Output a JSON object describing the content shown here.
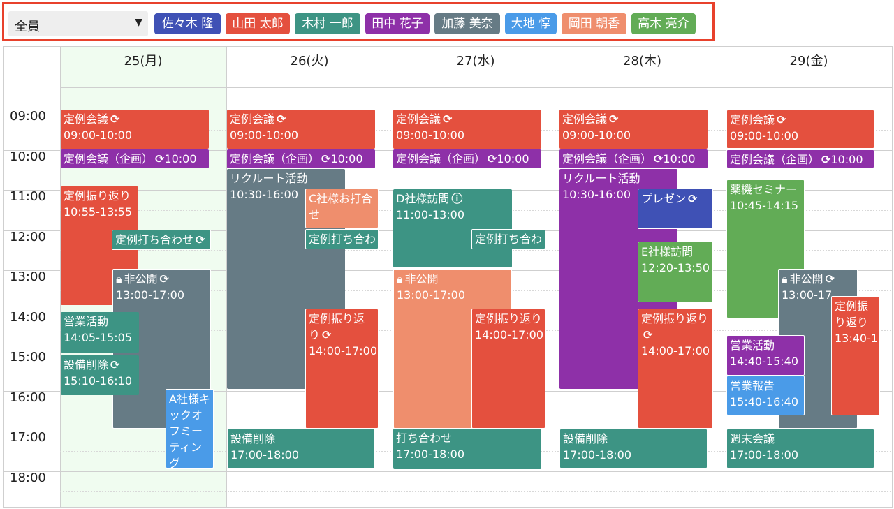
{
  "member_select": {
    "value": "全員"
  },
  "members": [
    {
      "name": "佐々木 隆",
      "color": "#3f51b5"
    },
    {
      "name": "山田 太郎",
      "color": "#e4503e"
    },
    {
      "name": "木村 一郎",
      "color": "#3d9484"
    },
    {
      "name": "田中 花子",
      "color": "#8e30a8"
    },
    {
      "name": "加藤 美奈",
      "color": "#667b85"
    },
    {
      "name": "大地 惇",
      "color": "#4a9be8"
    },
    {
      "name": "岡田 朝香",
      "color": "#ef8e6d"
    },
    {
      "name": "高木 亮介",
      "color": "#62ac56"
    }
  ],
  "days": [
    "25(月)",
    "26(火)",
    "27(水)",
    "28(木)",
    "29(金)"
  ],
  "times": [
    "09:00",
    "10:00",
    "11:00",
    "12:00",
    "13:00",
    "14:00",
    "15:00",
    "16:00",
    "17:00",
    "18:00"
  ],
  "events": [
    {
      "day": 0,
      "title": "定例会議",
      "time": "09:00-10:00",
      "color": "#e4503e",
      "recurring": true
    },
    {
      "day": 0,
      "title": "定例会議（企画）",
      "time": "10:00",
      "color": "#8e30a8",
      "recurring": true,
      "inline": true
    },
    {
      "day": 0,
      "title": "定例振り返り",
      "time": "10:55-13:55",
      "color": "#e4503e"
    },
    {
      "day": 0,
      "title": "定例打ち合わせ",
      "time": "",
      "color": "#3d9484",
      "recurring": true,
      "single": true
    },
    {
      "day": 0,
      "title": "非公開",
      "time": "13:00-17:00",
      "color": "#667b85",
      "recurring": true,
      "locked": true
    },
    {
      "day": 0,
      "title": "営業活動",
      "time": "14:05-15:05",
      "color": "#3d9484"
    },
    {
      "day": 0,
      "title": "設備削除",
      "time": "15:10-16:10",
      "color": "#3d9484",
      "recurring": true
    },
    {
      "day": 0,
      "title": "A社様キックオフミーティング",
      "time": "",
      "color": "#4a9be8"
    },
    {
      "day": 1,
      "title": "定例会議",
      "time": "09:00-10:00",
      "color": "#e4503e",
      "recurring": true
    },
    {
      "day": 1,
      "title": "定例会議（企画）",
      "time": "10:00",
      "color": "#8e30a8",
      "recurring": true,
      "inline": true
    },
    {
      "day": 1,
      "title": "リクルート活動",
      "time": "10:30-16:00",
      "color": "#667b85"
    },
    {
      "day": 1,
      "title": "C社様お打合せ",
      "time": "",
      "color": "#ef8e6d"
    },
    {
      "day": 1,
      "title": "定例打ち合わ",
      "time": "",
      "color": "#3d9484",
      "single": true
    },
    {
      "day": 1,
      "title": "定例振り返り",
      "time": "14:00-17:00",
      "color": "#e4503e",
      "recurring": true
    },
    {
      "day": 1,
      "title": "設備削除",
      "time": "17:00-18:00",
      "color": "#3d9484"
    },
    {
      "day": 2,
      "title": "定例会議",
      "time": "09:00-10:00",
      "color": "#e4503e",
      "recurring": true
    },
    {
      "day": 2,
      "title": "定例会議（企画）",
      "time": "10:00",
      "color": "#8e30a8",
      "recurring": true,
      "inline": true
    },
    {
      "day": 2,
      "title": "D社様訪問",
      "time": "11:00-13:00",
      "color": "#3d9484",
      "alert": true
    },
    {
      "day": 2,
      "title": "定例打ち合わ",
      "time": "",
      "color": "#3d9484",
      "single": true
    },
    {
      "day": 2,
      "title": "非公開",
      "time": "13:00-17:00",
      "color": "#ef8e6d",
      "locked": true
    },
    {
      "day": 2,
      "title": "定例振り返り",
      "time": "14:00-17:00",
      "color": "#e4503e"
    },
    {
      "day": 2,
      "title": "打ち合わせ",
      "time": "17:00-18:00",
      "color": "#3d9484"
    },
    {
      "day": 3,
      "title": "定例会議",
      "time": "09:00-10:00",
      "color": "#e4503e",
      "recurring": true
    },
    {
      "day": 3,
      "title": "定例会議（企画）",
      "time": "10:00",
      "color": "#8e30a8",
      "recurring": true,
      "inline": true
    },
    {
      "day": 3,
      "title": "リクルート活動",
      "time": "10:30-16:00",
      "color": "#8e30a8"
    },
    {
      "day": 3,
      "title": "プレゼン",
      "time": "",
      "color": "#3f51b5",
      "recurring": true
    },
    {
      "day": 3,
      "title": "E社様訪問",
      "time": "12:20-13:50",
      "color": "#62ac56"
    },
    {
      "day": 3,
      "title": "定例振り返り",
      "time": "14:00-17:00",
      "color": "#e4503e",
      "recurring": true
    },
    {
      "day": 3,
      "title": "設備削除",
      "time": "17:00-18:00",
      "color": "#3d9484"
    },
    {
      "day": 4,
      "title": "定例会議",
      "time": "09:00-10:00",
      "color": "#e4503e",
      "recurring": true
    },
    {
      "day": 4,
      "title": "定例会議（企画）",
      "time": "10:00",
      "color": "#8e30a8",
      "recurring": true,
      "inline": true
    },
    {
      "day": 4,
      "title": "薬機セミナー",
      "time": "10:45-14:15",
      "color": "#62ac56"
    },
    {
      "day": 4,
      "title": "非公開",
      "time": "13:00-17",
      "color": "#667b85",
      "recurring": true,
      "locked": true
    },
    {
      "day": 4,
      "title": "定例振り返り",
      "time": "13:40-1",
      "color": "#e4503e"
    },
    {
      "day": 4,
      "title": "営業活動",
      "time": "14:40-15:40",
      "color": "#8e30a8"
    },
    {
      "day": 4,
      "title": "営業報告",
      "time": "15:40-16:40",
      "color": "#4a9be8"
    },
    {
      "day": 4,
      "title": "週末会議",
      "time": "17:00-18:00",
      "color": "#3d9484"
    }
  ]
}
